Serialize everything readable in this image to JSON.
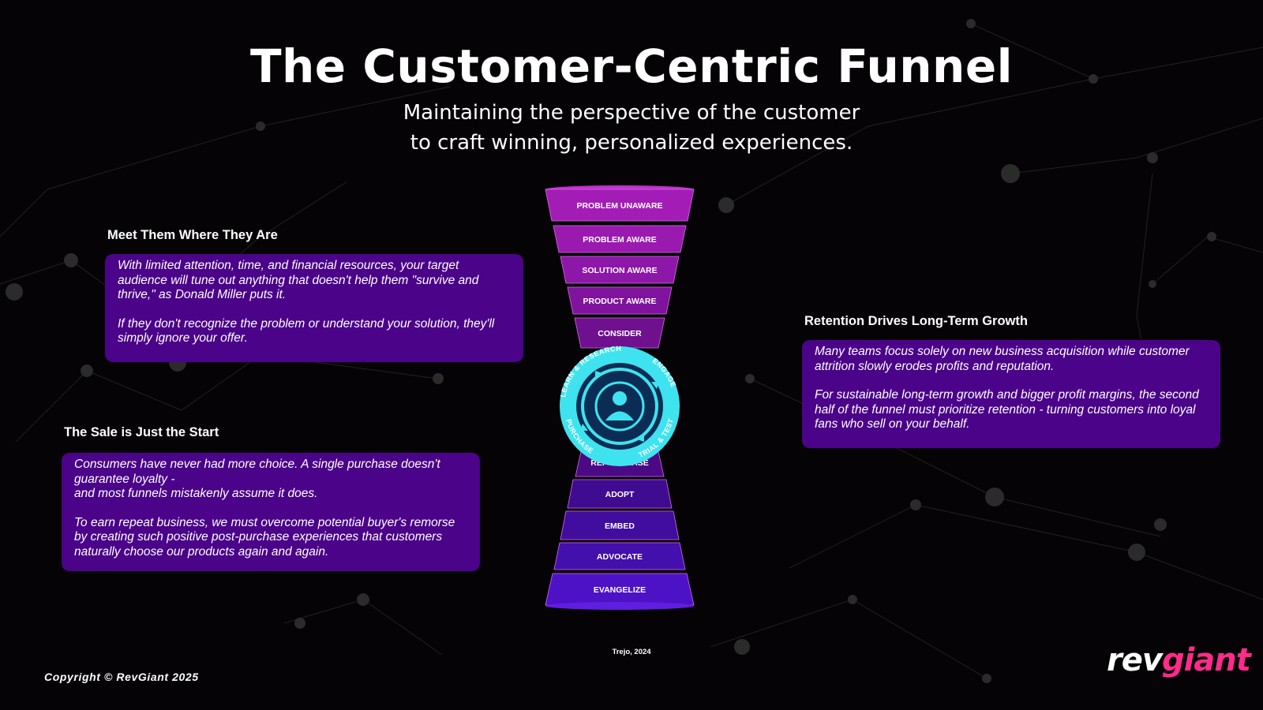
{
  "title": "The Customer-Centric Funnel",
  "subtitle": [
    "Maintaining the perspective of the customer",
    "to craft winning, personalized experiences."
  ],
  "colors": {
    "background": "#050305",
    "box": "#4a0389",
    "magenta": "#a41cb6",
    "violet": "#4d12c6",
    "cyan": "#3fe3ef",
    "brand_pink": "#ff2a8a"
  },
  "sections": {
    "meet": {
      "heading": "Meet Them Where They Are",
      "paragraphs": [
        "With limited attention, time, and financial resources, your target audience will tune out anything that doesn't help them \"survive and thrive,\" as Donald Miller puts it.",
        "If they don't recognize the problem or understand your solution, they'll simply ignore your offer."
      ]
    },
    "sale": {
      "heading": "The Sale is Just the Start",
      "paragraphs": [
        "Consumers have never had more choice. A single purchase doesn't guarantee loyalty -\nand most funnels mistakenly assume it does.",
        "To earn repeat business, we must overcome potential buyer's remorse by creating such positive post-purchase experiences that customers naturally choose our products again and again."
      ]
    },
    "retention": {
      "heading": "Retention Drives Long-Term Growth",
      "paragraphs": [
        "Many teams focus solely on new business acquisition while customer attrition slowly erodes profits and reputation.",
        "For sustainable long-term growth and bigger profit margins, the second half of the funnel must prioritize retention - turning customers into loyal fans who sell on your behalf."
      ]
    }
  },
  "funnel": {
    "top_stages": [
      "PROBLEM UNAWARE",
      "PROBLEM AWARE",
      "SOLUTION AWARE",
      "PRODUCT AWARE",
      "CONSIDER"
    ],
    "cycle_labels": [
      "LEARN & RESEARCH",
      "ENGAGE",
      "TRIAL & TEST",
      "PURCHASE"
    ],
    "bottom_stages": [
      "REPURCHASE",
      "ADOPT",
      "EMBED",
      "ADVOCATE",
      "EVANGELIZE"
    ],
    "center_icon": "person-cycle-icon"
  },
  "credit": "Trejo, 2024",
  "copyright": "Copyright © RevGiant 2025",
  "logo": {
    "part1": "rev",
    "part2": "giant"
  }
}
